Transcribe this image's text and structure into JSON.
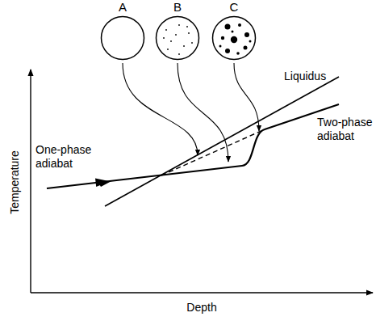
{
  "diagram": {
    "nodes": [
      {
        "text": [
          "A"
        ]
      },
      {
        "text": [
          "B"
        ]
      },
      {
        "text": [
          "C"
        ]
      }
    ],
    "labels": [
      "Liquidus",
      "Two-phase adiabat",
      "One-phase adiabat",
      "Temperature",
      "Depth"
    ]
  }
}
